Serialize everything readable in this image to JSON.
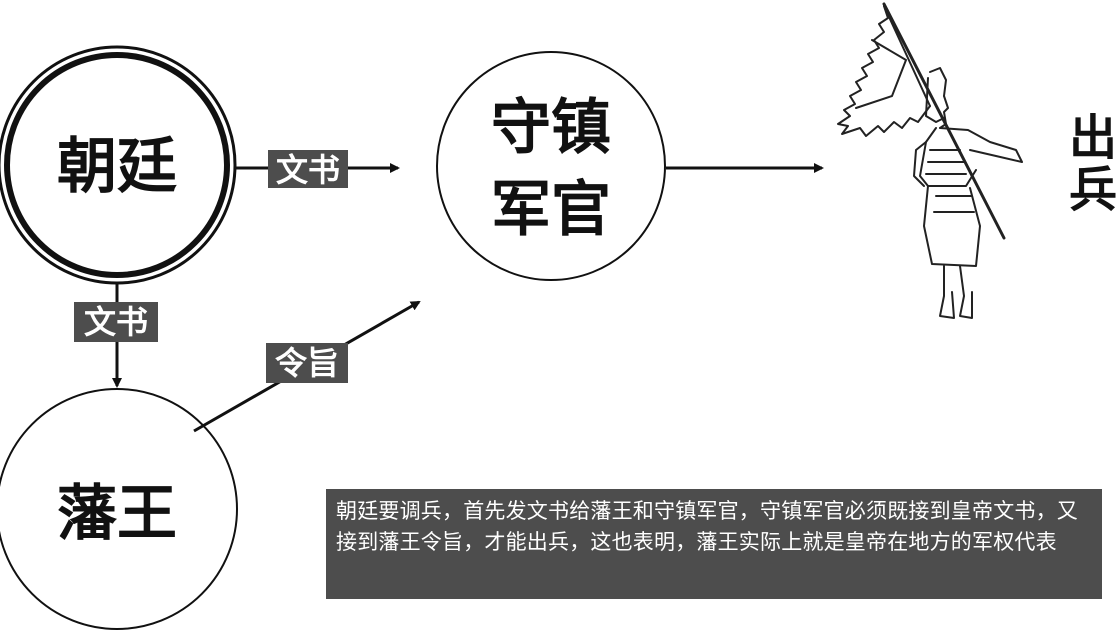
{
  "nodes": {
    "court": {
      "line1": "朝廷"
    },
    "garrison": {
      "line1": "守镇",
      "line2": "军官"
    },
    "prince": {
      "line1": "藩王"
    }
  },
  "edges": {
    "court_to_garrison": {
      "label": "文书"
    },
    "court_to_prince": {
      "label": "文书"
    },
    "prince_to_garrison": {
      "label": "令旨"
    }
  },
  "outcome": {
    "line1": "出",
    "line2": "兵"
  },
  "caption": {
    "text": "朝廷要调兵，首先发文书给藩王和守镇军官，守镇军官必须既接到皇帝文书，又接到藩王令旨，才能出兵，这也表明，藩王实际上就是皇帝在地方的军权代表"
  },
  "colors": {
    "ink": "#111111",
    "tag_background": "#4d4d4d",
    "caption_background": "#4d4d4d",
    "caption_text": "#ffffff"
  },
  "icons": {
    "soldier": "soldier-with-banner-illustration"
  }
}
